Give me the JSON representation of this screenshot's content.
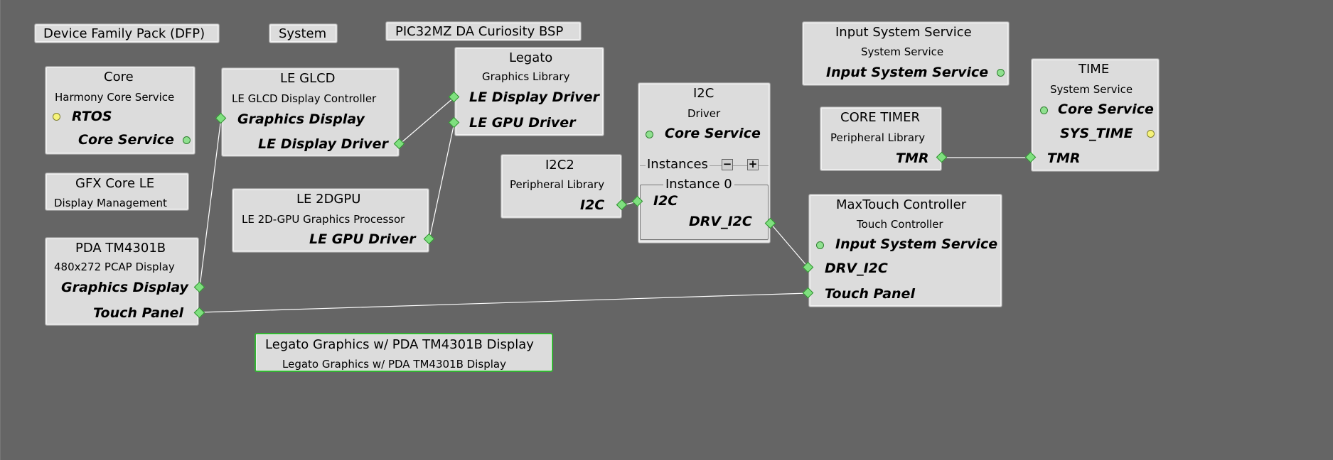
{
  "standalone": {
    "dfp": "Device Family Pack (DFP)",
    "system": "System",
    "bsp": "PIC32MZ DA Curiosity BSP"
  },
  "core": {
    "title": "Core",
    "subtitle": "Harmony Core Service",
    "port_rtos": "RTOS",
    "port_core": "Core Service"
  },
  "gfx_core": {
    "title": "GFX Core LE",
    "subtitle": "Display Management"
  },
  "pda": {
    "title": "PDA TM4301B",
    "subtitle": "480x272 PCAP Display",
    "port_graphics": "Graphics Display",
    "port_touch": "Touch Panel"
  },
  "glcd": {
    "title": "LE GLCD",
    "subtitle": "LE GLCD Display Controller",
    "port_graphics": "Graphics Display",
    "port_driver": "LE Display Driver"
  },
  "gpu2d": {
    "title": "LE 2DGPU",
    "subtitle": "LE 2D-GPU Graphics Processor",
    "port_driver": "LE GPU Driver"
  },
  "legato": {
    "title": "Legato",
    "subtitle": "Graphics Library",
    "port_display": "LE Display Driver",
    "port_gpu": "LE GPU Driver"
  },
  "i2c2": {
    "title": "I2C2",
    "subtitle": "Peripheral Library",
    "port_i2c": "I2C"
  },
  "i2c": {
    "title": "I2C",
    "subtitle": "Driver",
    "port_core": "Core Service",
    "instances": "Instances",
    "minus": "−",
    "plus": "+",
    "instance0": "Instance 0",
    "port_i2c": "I2C",
    "port_drv": "DRV_I2C"
  },
  "input_sys": {
    "title": "Input System Service",
    "subtitle": "System Service",
    "port": "Input System Service"
  },
  "core_timer": {
    "title": "CORE TIMER",
    "subtitle": "Peripheral Library",
    "port": "TMR"
  },
  "time": {
    "title": "TIME",
    "subtitle": "System Service",
    "port_core": "Core Service",
    "port_sys": "SYS_TIME",
    "port_tmr": "TMR"
  },
  "maxtouch": {
    "title": "MaxTouch Controller",
    "subtitle": "Touch Controller",
    "port_input": "Input System Service",
    "port_drv": "DRV_I2C",
    "port_touch": "Touch Panel"
  },
  "legato_app": {
    "title": "Legato Graphics w/ PDA TM4301B Display",
    "subtitle": "Legato Graphics w/ PDA TM4301B Display"
  },
  "colors": {
    "canvas": "#656565",
    "node": "#dcdcdc",
    "port_green": "#7fe07f",
    "selected_border": "#33b533",
    "wire": "#ffffff"
  }
}
